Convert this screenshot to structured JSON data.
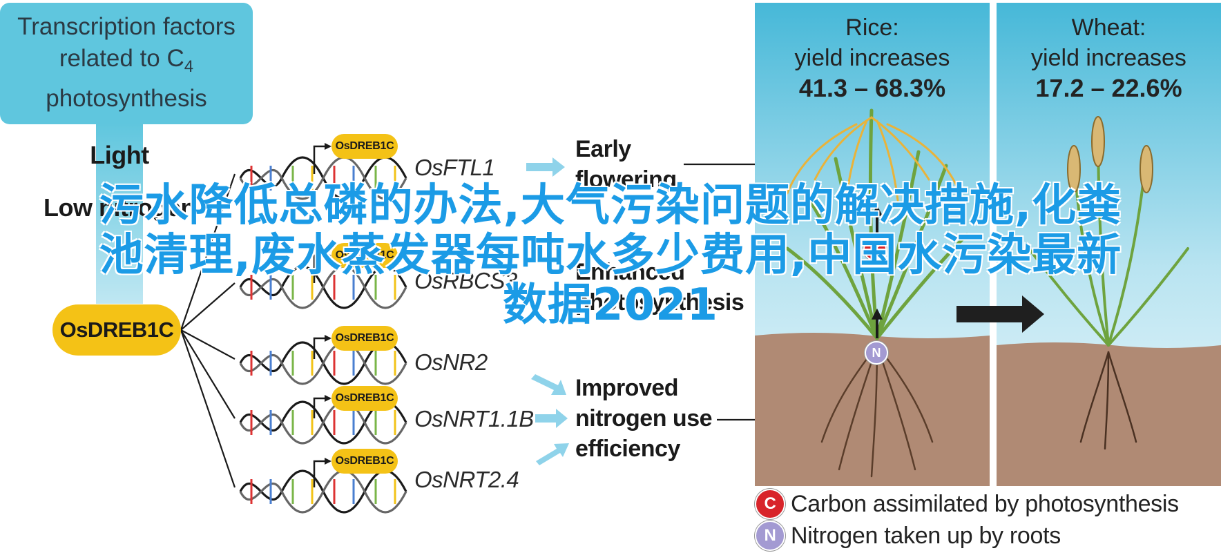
{
  "box": {
    "line1": "Transcription factors",
    "line2_prefix": "related to C",
    "line2_sub": "4",
    "line3": "photosynthesis"
  },
  "conditions": {
    "light": "Light",
    "nitrogen": "Low nitrogen"
  },
  "hub_gene": "OsDREB1C",
  "target_genes": [
    {
      "pill": "OsDREB1C",
      "name": "OsFTL1"
    },
    {
      "pill": "OsDREB1C",
      "name": "OsRBCS3"
    },
    {
      "pill": "OsDREB1C",
      "name": "OsNR2"
    },
    {
      "pill": "OsDREB1C",
      "name": "OsNRT1.1B"
    },
    {
      "pill": "OsDREB1C",
      "name": "OsNRT2.4"
    }
  ],
  "effects": {
    "flowering": [
      "Early",
      "flowering"
    ],
    "photo": [
      "Enhanced",
      "photosynthesis"
    ],
    "nue": [
      "Improved",
      "nitrogen use",
      "efficiency"
    ]
  },
  "panels": {
    "rice": {
      "title": "Rice:",
      "subtitle": "yield increases",
      "range": "41.3 – 68.3%"
    },
    "wheat": {
      "title": "Wheat:",
      "subtitle": "yield increases",
      "range": "17.2 – 22.6%"
    }
  },
  "markers": {
    "c": "C",
    "n": "N"
  },
  "legend": [
    {
      "letter": "C",
      "text": "Carbon assimilated by photosynthesis"
    },
    {
      "letter": "N",
      "text": "Nitrogen taken up by roots"
    }
  ],
  "overlay": {
    "line1": "污水降低总磷的办法,大气污染问题的解决措施,化粪",
    "line2": "池清理,废水蒸发器每吨水多少费用,中国水污染最新",
    "line3": "数据2021"
  },
  "colors": {
    "box_bg": "#5fc6de",
    "pill": "#f4c216",
    "sky_top": "#46b8d8",
    "sky_bottom": "#e6f5fa",
    "soil": "#b08a74",
    "arrow_light": "#8fd3ea",
    "overlay_text": "#1b9be6",
    "carbon": "#d8242a",
    "nitrogen": "#a39ad2"
  }
}
